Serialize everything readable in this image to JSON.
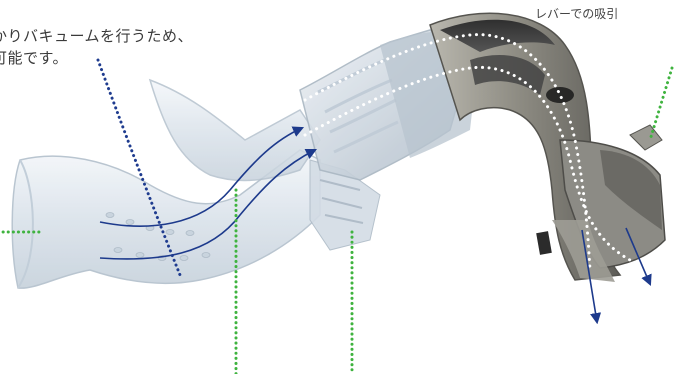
{
  "captions": {
    "main_line_1": "かりバキュームを行うため、",
    "main_line_2": "可能です。",
    "lever": "レバーでの吸引"
  },
  "colors": {
    "flow_arrow": "#1d3a8c",
    "leader_blue": "#1f3c8f",
    "leader_green": "#3fb33f",
    "airway_dots": "#ffffff",
    "clear_plastic": "#dfe7ef",
    "handle_gray": "#8a8a84",
    "handle_dark": "#3b3b3b"
  },
  "icons": {
    "tip": "clear-suction-tip-icon",
    "hose": "clear-hose-icon",
    "handle": "suction-handle-icon"
  }
}
